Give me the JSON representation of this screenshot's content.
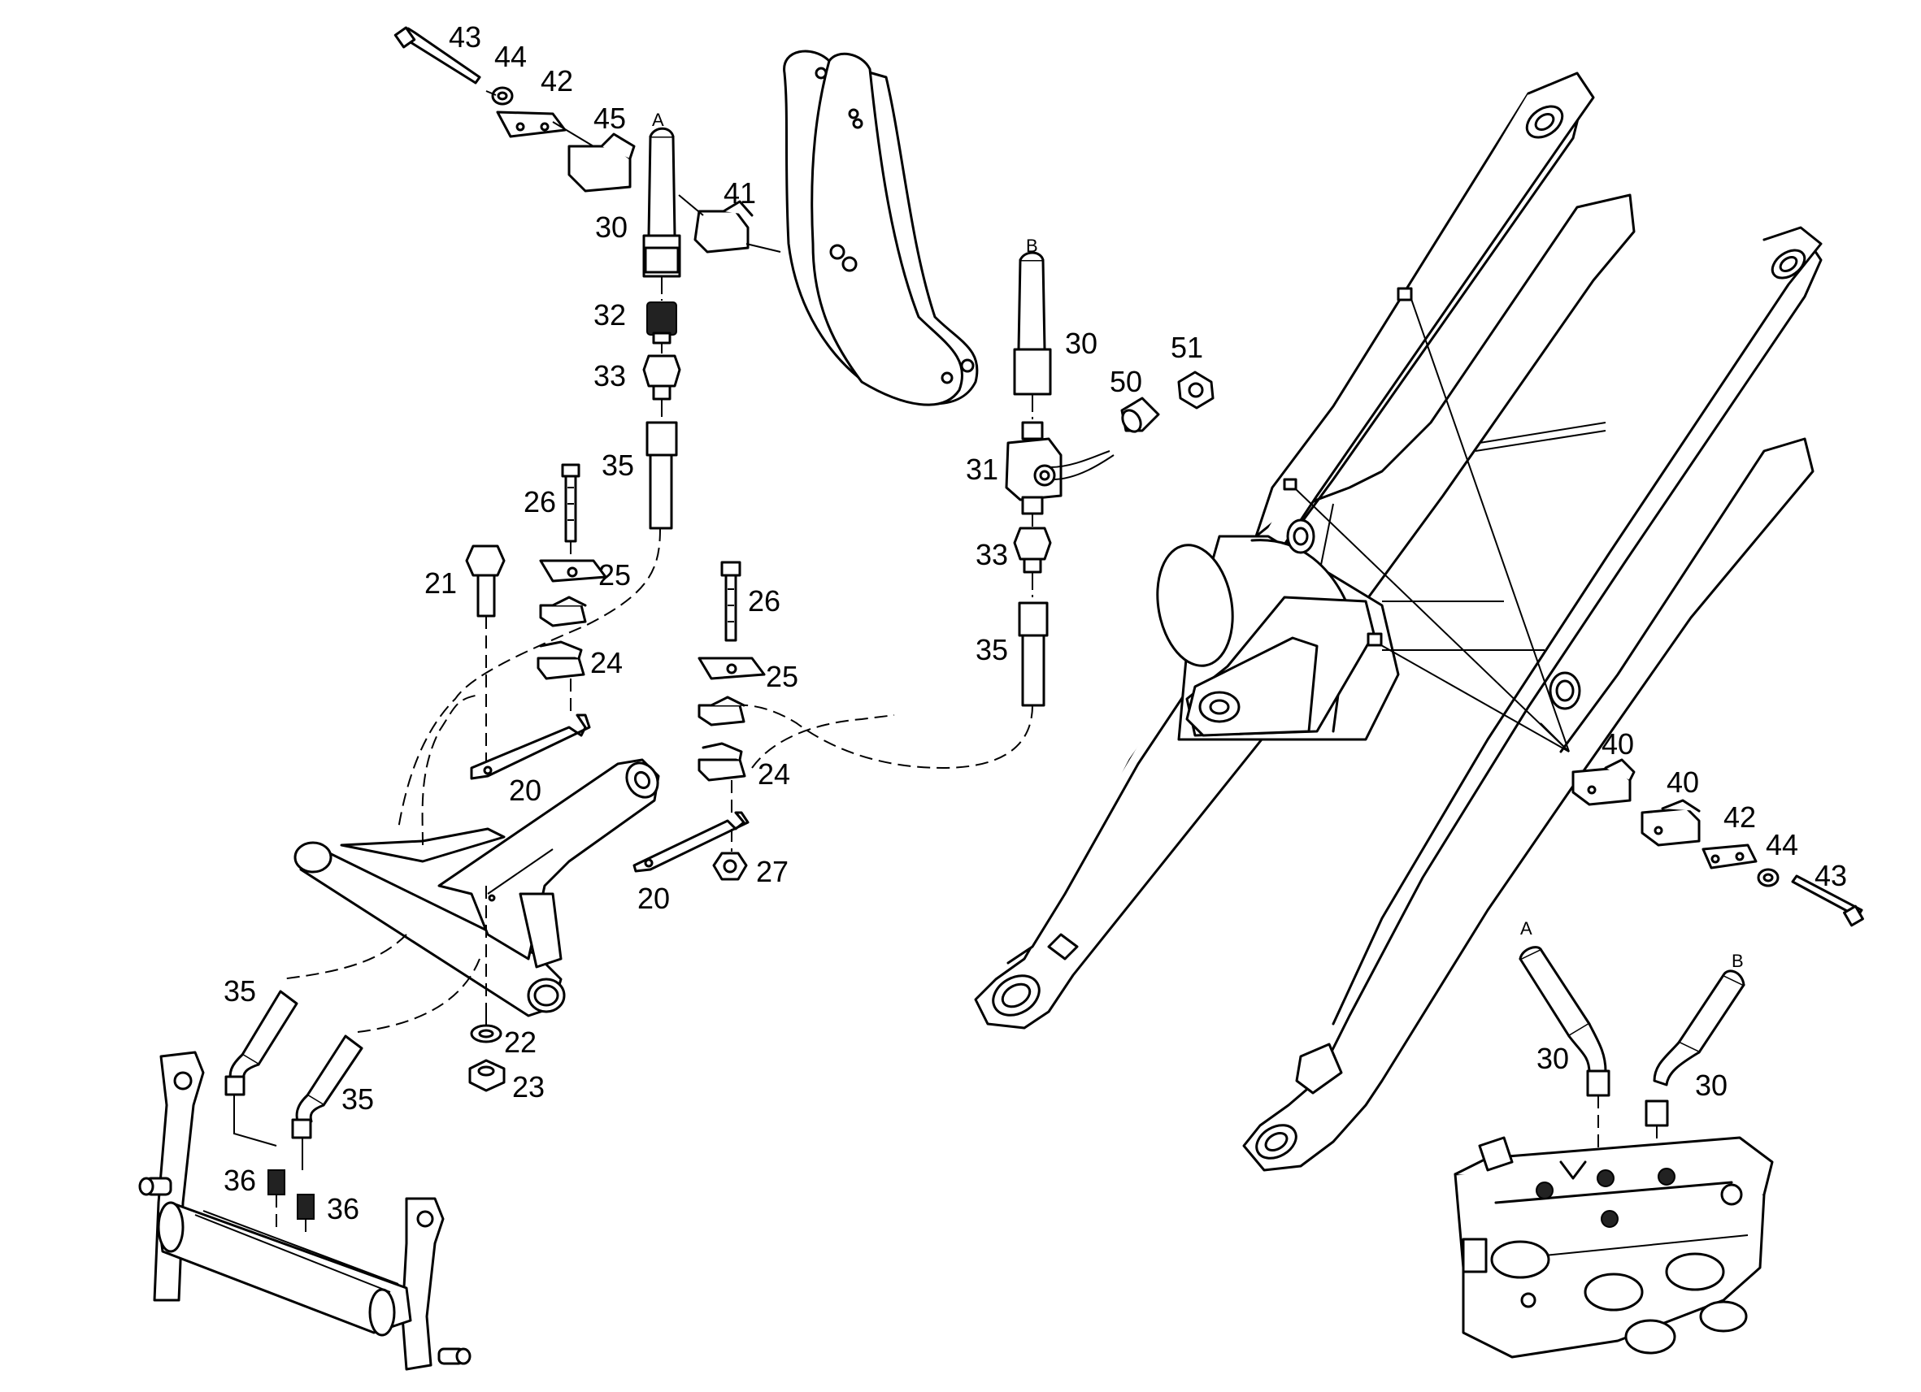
{
  "callouts": [
    {
      "id": "c43a",
      "text": "43"
    },
    {
      "id": "c44a",
      "text": "44"
    },
    {
      "id": "c42a",
      "text": "42"
    },
    {
      "id": "c45",
      "text": "45"
    },
    {
      "id": "cA1",
      "text": "A"
    },
    {
      "id": "c41",
      "text": "41"
    },
    {
      "id": "c30a",
      "text": "30"
    },
    {
      "id": "c32",
      "text": "32"
    },
    {
      "id": "c33a",
      "text": "33"
    },
    {
      "id": "c35a",
      "text": "35"
    },
    {
      "id": "c26a",
      "text": "26"
    },
    {
      "id": "c21",
      "text": "21"
    },
    {
      "id": "c25a",
      "text": "25"
    },
    {
      "id": "c24a",
      "text": "24"
    },
    {
      "id": "c20a",
      "text": "20"
    },
    {
      "id": "c26b",
      "text": "26"
    },
    {
      "id": "c25b",
      "text": "25"
    },
    {
      "id": "c24b",
      "text": "24"
    },
    {
      "id": "c20b",
      "text": "20"
    },
    {
      "id": "c27",
      "text": "27"
    },
    {
      "id": "c22",
      "text": "22"
    },
    {
      "id": "c23",
      "text": "23"
    },
    {
      "id": "c35b",
      "text": "35"
    },
    {
      "id": "c35c",
      "text": "35"
    },
    {
      "id": "c36a",
      "text": "36"
    },
    {
      "id": "c36b",
      "text": "36"
    },
    {
      "id": "cB1",
      "text": "B"
    },
    {
      "id": "c30b",
      "text": "30"
    },
    {
      "id": "c50",
      "text": "50"
    },
    {
      "id": "c51",
      "text": "51"
    },
    {
      "id": "c31",
      "text": "31"
    },
    {
      "id": "c33b",
      "text": "33"
    },
    {
      "id": "c35d",
      "text": "35"
    },
    {
      "id": "c40a",
      "text": "40"
    },
    {
      "id": "c40b",
      "text": "40"
    },
    {
      "id": "c42b",
      "text": "42"
    },
    {
      "id": "c44b",
      "text": "44"
    },
    {
      "id": "c43b",
      "text": "43"
    },
    {
      "id": "cA2",
      "text": "A"
    },
    {
      "id": "cB2",
      "text": "B"
    },
    {
      "id": "c30c",
      "text": "30"
    },
    {
      "id": "c30d",
      "text": "30"
    }
  ]
}
